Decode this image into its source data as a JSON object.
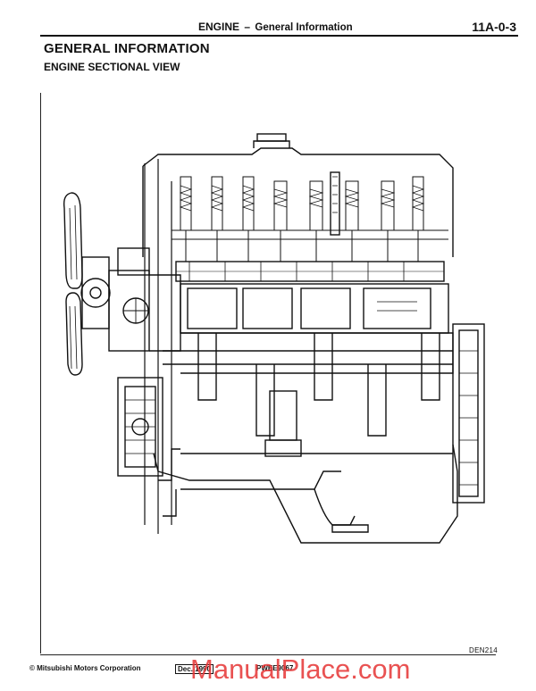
{
  "header": {
    "section": "ENGINE",
    "separator": "–",
    "subsection": "General Information",
    "page_number": "11A-0-3"
  },
  "page": {
    "title": "GENERAL INFORMATION",
    "section_title": "ENGINE SECTIONAL VIEW"
  },
  "figure": {
    "id": "DEN214"
  },
  "footer": {
    "copyright": "© Mitsubishi Motors Corporation",
    "date": "Dec. 1990",
    "publication": "PWEE9067"
  },
  "watermark": {
    "text": "ManualPlace.com",
    "color": "#e63434"
  }
}
